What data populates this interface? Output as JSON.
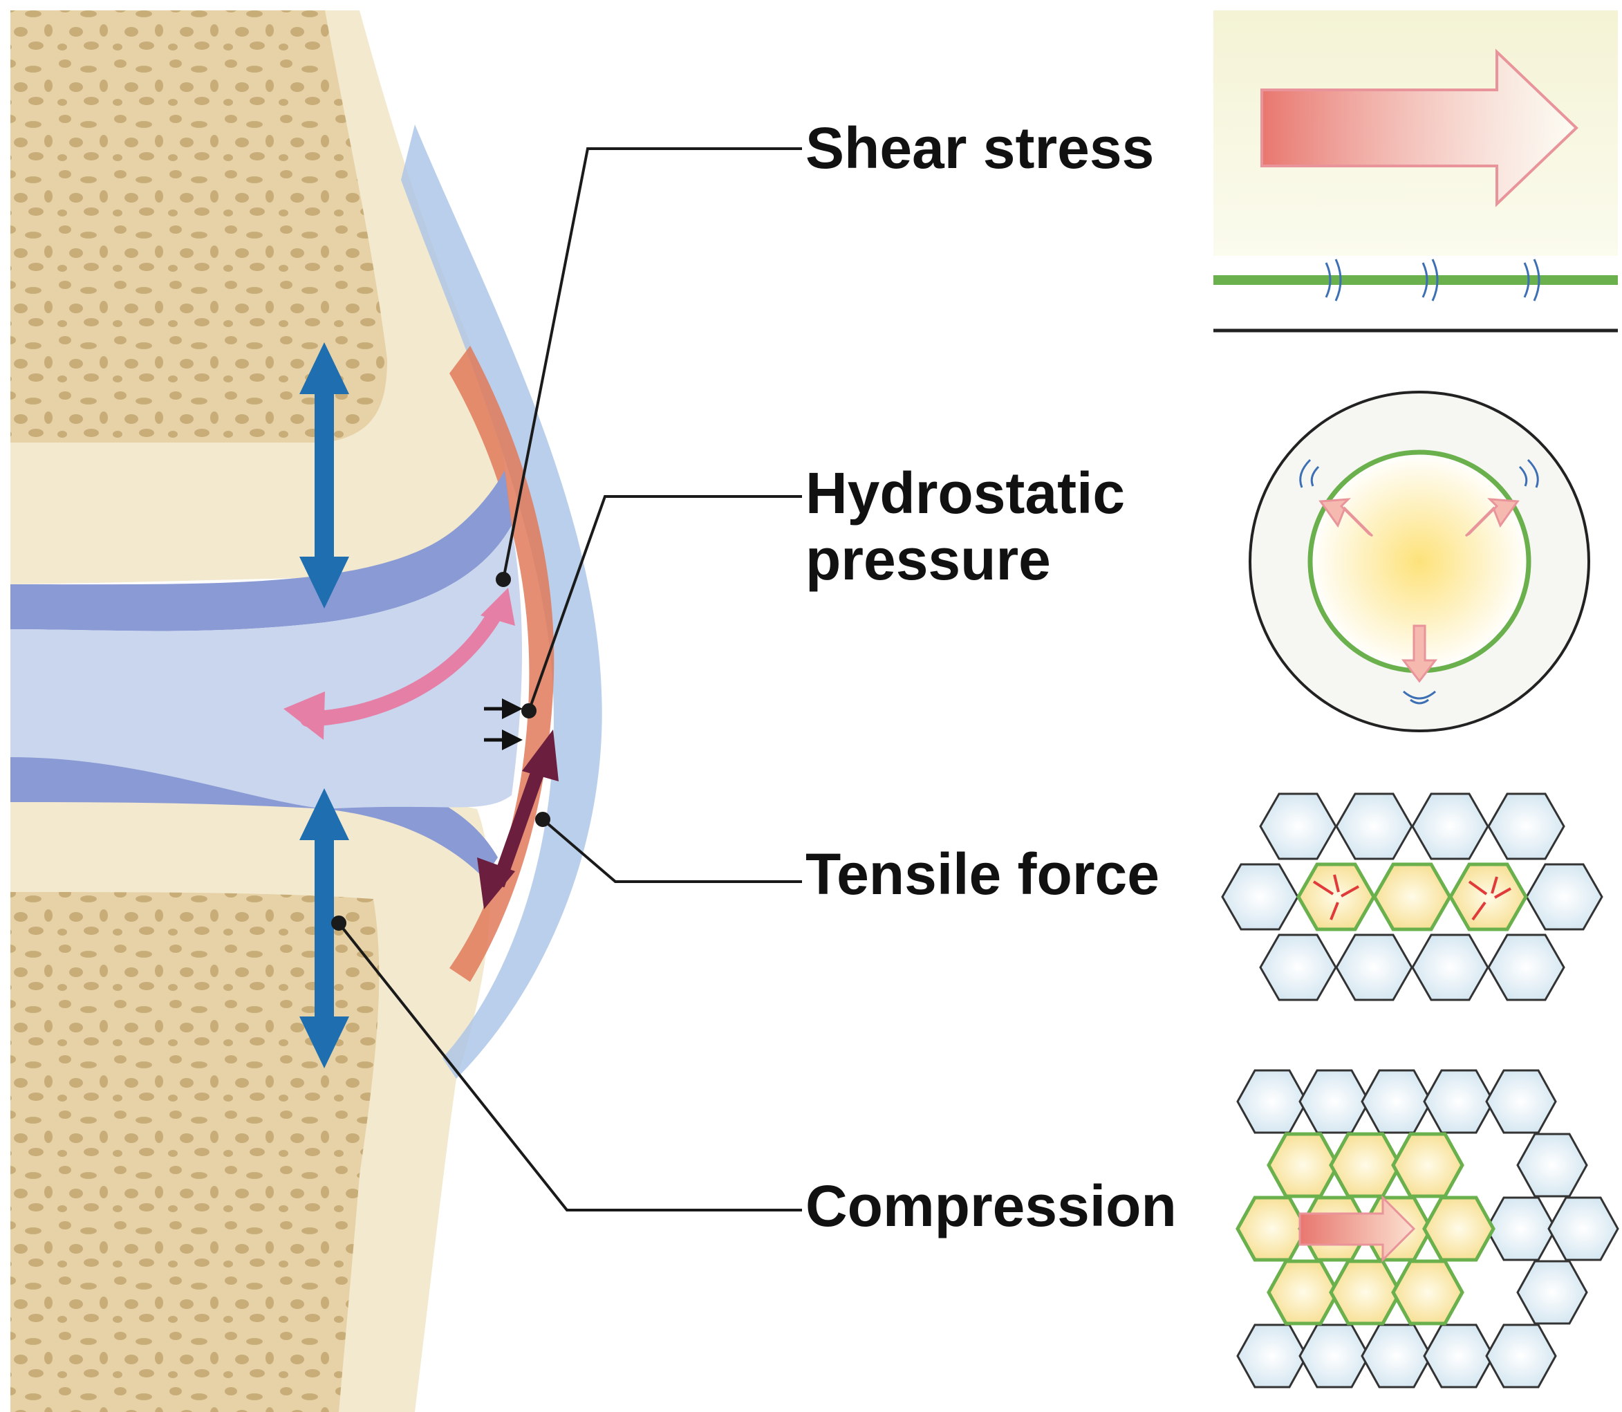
{
  "labels": {
    "shear": "Shear stress",
    "hydro_line1": "Hydrostatic",
    "hydro_line2": "pressure",
    "tensile": "Tensile force",
    "compression": "Compression"
  },
  "colors": {
    "bone": "#e8d5b0",
    "bone_cortex": "#f3e9cf",
    "trabecular": "#c9ad78",
    "cartilage": "#8a9ad4",
    "synovial_fluid": "#c9d6ee",
    "capsule": "#a9c3e6",
    "synovium": "#e07a5a",
    "blue_arrow": "#1f6fb0",
    "pink_arrow": "#e57fa6",
    "dark_arrow": "#6b1e3d",
    "green_membrane": "#6ab04c",
    "red_arrow": "#e05a5a",
    "leader_line": "#1a1a1a"
  },
  "icons": {
    "double_arrow": "vertical-double-arrow-icon",
    "panel_shear": "shear-flow-icon",
    "panel_hydro": "hydrostatic-cell-icon",
    "panel_tensile": "tensile-hex-grid-icon",
    "panel_compression": "compression-hex-grid-icon"
  }
}
